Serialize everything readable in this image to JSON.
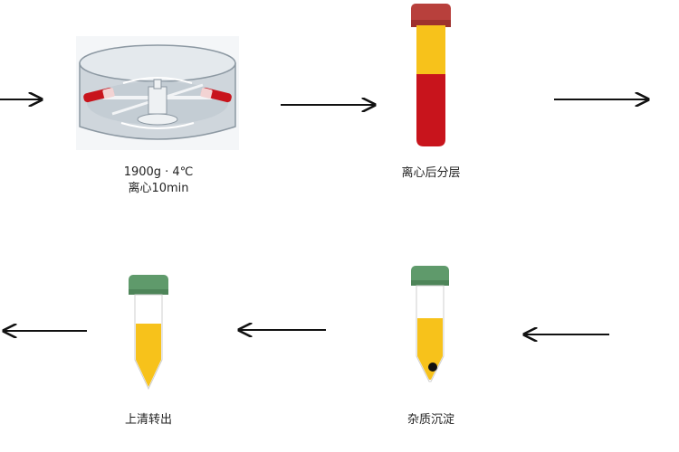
{
  "steps": {
    "centrifuge": {
      "label_line1": "1900g · 4℃",
      "label_line2": "离心10min",
      "icon": "centrifuge-icon"
    },
    "separation": {
      "label": "离心后分层",
      "icon": "test-tube-layered-icon"
    },
    "precipitate": {
      "label": "杂质沉淀",
      "icon": "conical-tube-pellet-icon"
    },
    "supernatant": {
      "label": "上清转出",
      "icon": "conical-tube-supernatant-icon"
    }
  },
  "colors": {
    "plasma_yellow": "#f7c21b",
    "blood_red": "#c8141c",
    "cap_red": "#b8403c",
    "cap_green": "#5f9a6b",
    "pellet_black": "#111111",
    "arrow": "#111111"
  }
}
